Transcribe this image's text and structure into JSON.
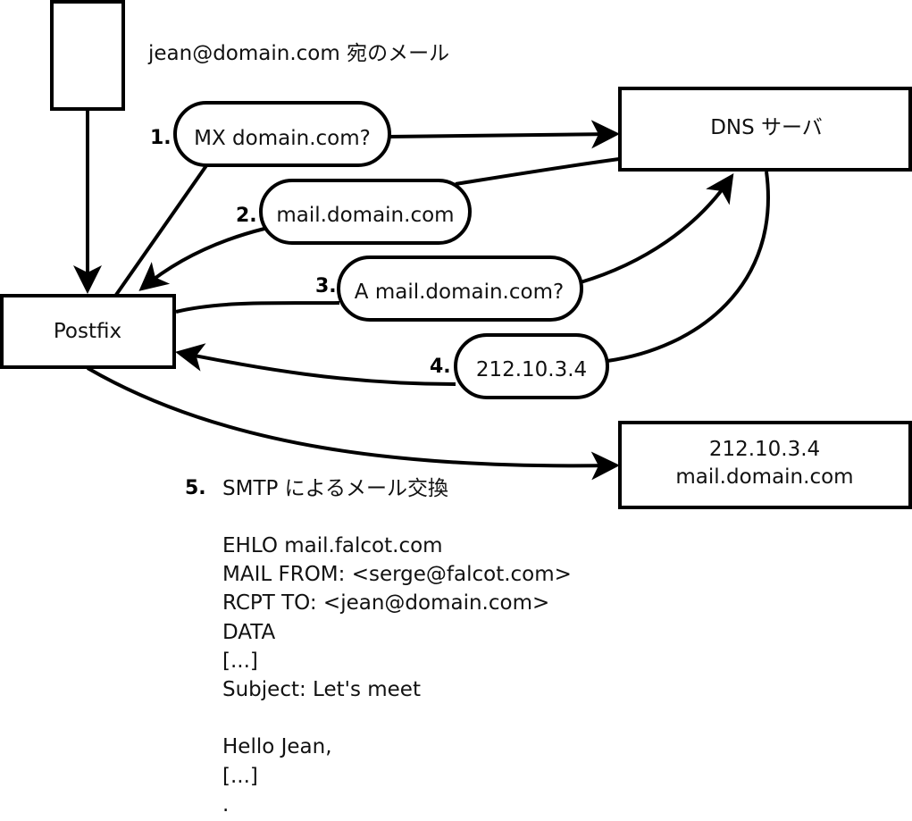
{
  "diagram": {
    "envelope_caption": "jean@domain.com 宛のメール",
    "nodes": {
      "postfix": "Postfix",
      "dns_server": "DNS サーバ",
      "mail_server_ip": "212.10.3.4",
      "mail_server_host": "mail.domain.com"
    },
    "steps": [
      {
        "number": "1.",
        "label": "MX domain.com?"
      },
      {
        "number": "2.",
        "label": "mail.domain.com"
      },
      {
        "number": "3.",
        "label": "A mail.domain.com?"
      },
      {
        "number": "4.",
        "label": "212.10.3.4"
      }
    ],
    "smtp": {
      "number": "5.",
      "title": "SMTP によるメール交換",
      "lines": [
        "EHLO mail.falcot.com",
        "MAIL FROM: <serge@falcot.com>",
        "RCPT TO: <jean@domain.com>",
        "DATA",
        "[...]",
        "Subject: Let's meet",
        "",
        "Hello Jean,",
        "[...]",
        "."
      ]
    }
  }
}
